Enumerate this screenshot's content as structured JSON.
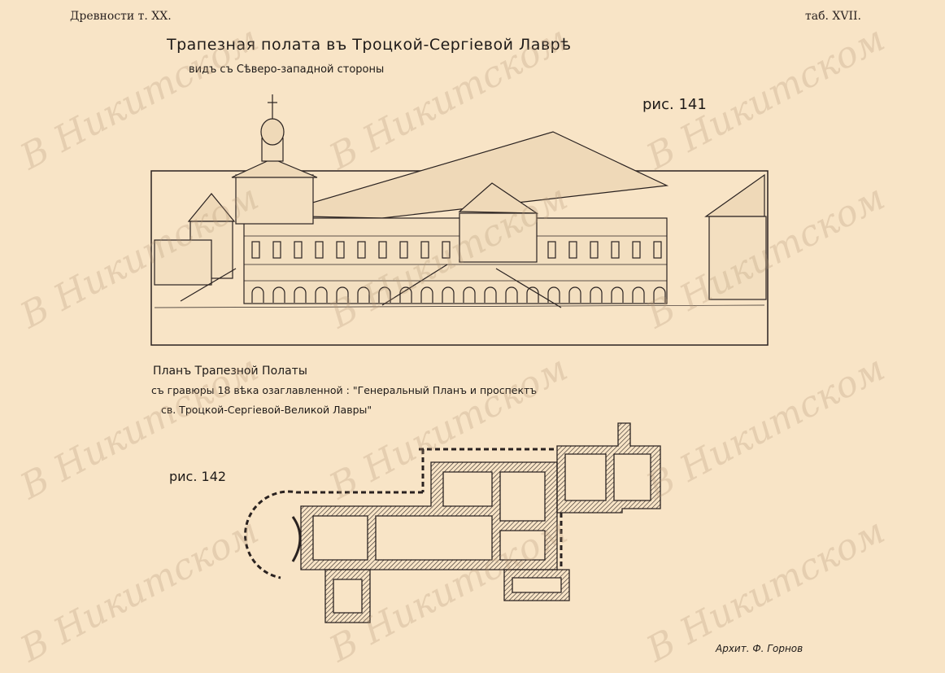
{
  "header": {
    "left": "Древности т. XX.",
    "right": "таб. XVII."
  },
  "figure141": {
    "title": "Трапезная полата въ Троцкой-Сергіевой Лаврѣ",
    "subtitle": "видъ съ Сѣверо-западной стороны",
    "label": "рис. 141"
  },
  "figure142": {
    "caption_line1": "Планъ Трапезной Полаты",
    "caption_line2": "съ гравюры 18 вѣка озаглавленной : \"Генеральный Планъ и проспектъ",
    "caption_line3": "св. Троцкой-Сергіевой-Великой Лавры\"",
    "label": "рис. 142"
  },
  "signature": "Архит. Ф. Горнов",
  "watermark": "В Никитском"
}
